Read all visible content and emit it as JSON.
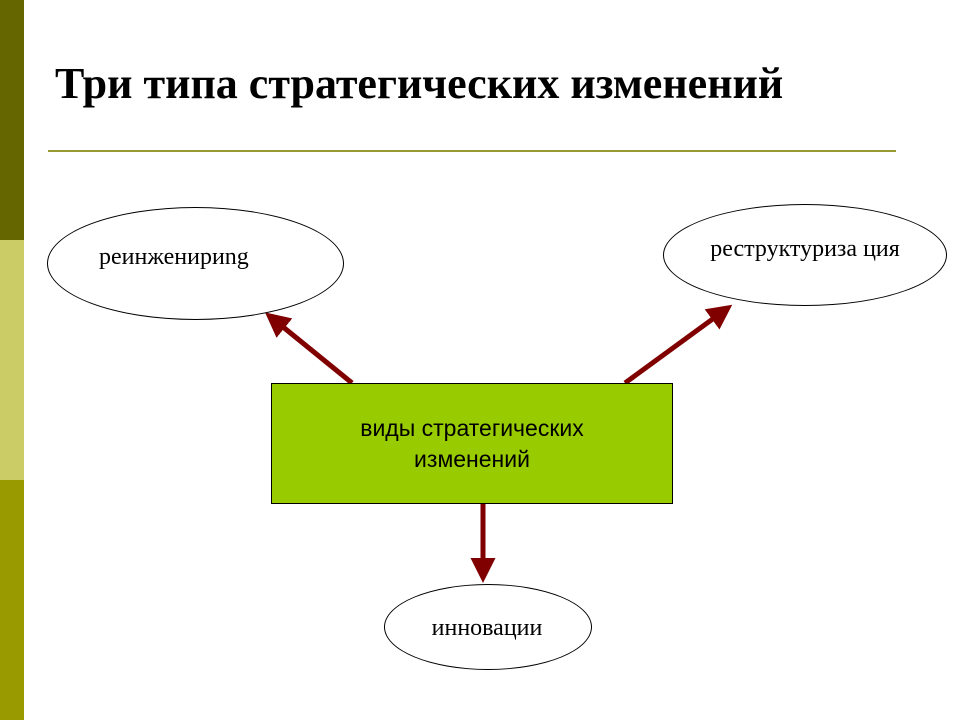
{
  "slide": {
    "title": "Три типа стратегических изменений"
  },
  "diagram": {
    "center": "виды стратегических изменений",
    "nodes": {
      "reengineering": "реинженириng",
      "restructuring": "реструктуриза ция",
      "innovation": "инновации"
    }
  },
  "colors": {
    "stripe_top": "#666600",
    "stripe_mid": "#cccc66",
    "stripe_bot": "#999900",
    "title_rule": "#999933",
    "center_fill": "#99cc00",
    "arrow": "#800000",
    "ellipse_border": "#000000"
  },
  "icons": {
    "arrow_head": "arrowhead-triangle"
  }
}
